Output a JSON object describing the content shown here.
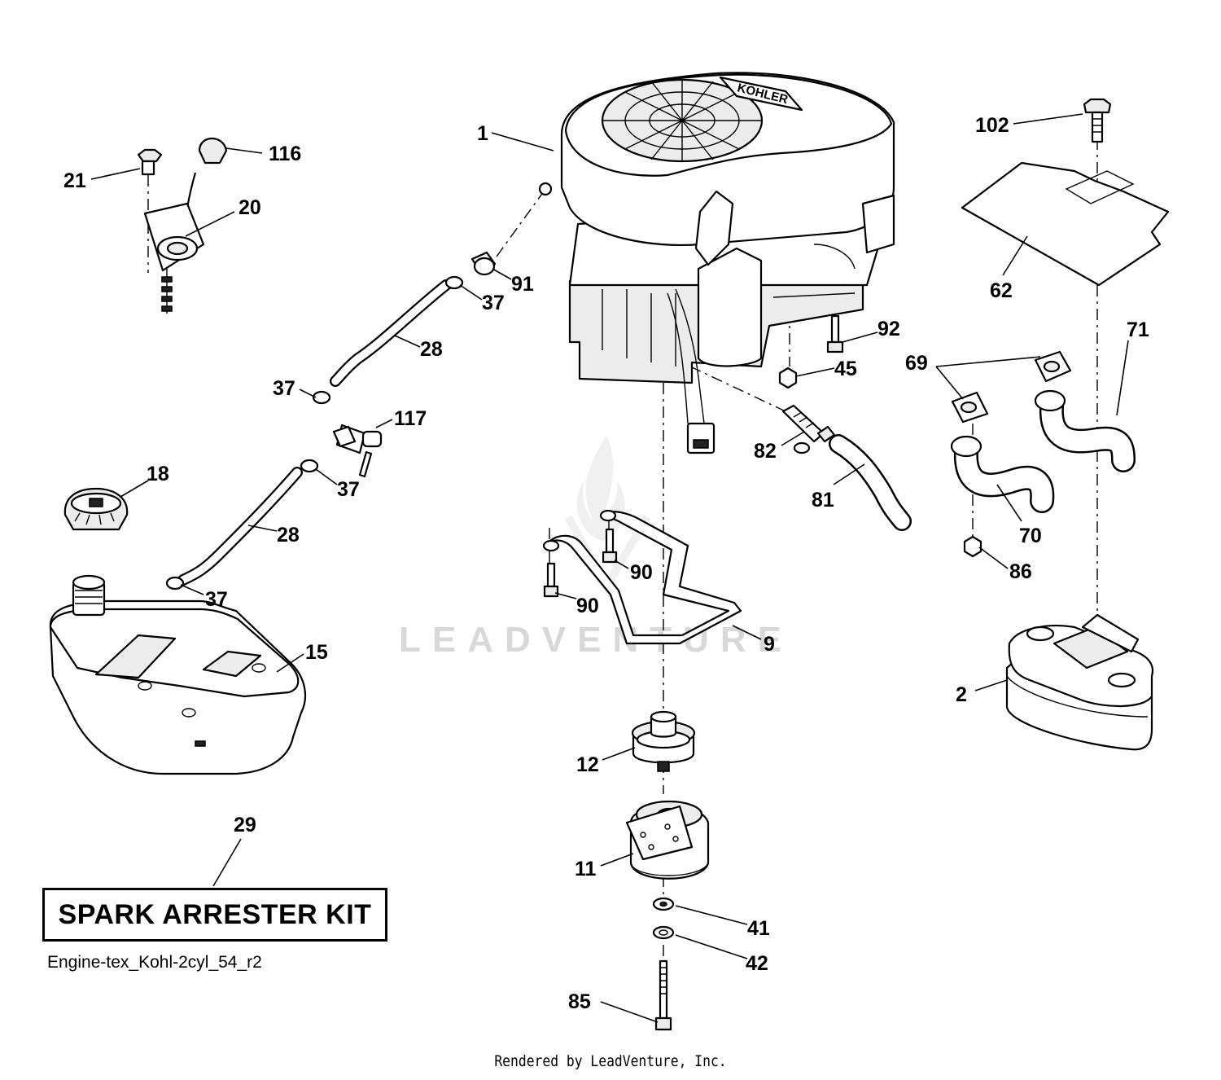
{
  "engine_brand": "KOHLER",
  "watermark": "LEADVENTURE",
  "kit_box_label": "SPARK ARRESTER KIT",
  "diagram_code": "Engine-tex_Kohl-2cyl_54_r2",
  "footer_credit": "Rendered by LeadVenture, Inc.",
  "callouts": {
    "c1": "1",
    "c2": "2",
    "c9": "9",
    "c11": "11",
    "c12": "12",
    "c15": "15",
    "c18": "18",
    "c20": "20",
    "c21": "21",
    "c28a": "28",
    "c28b": "28",
    "c29": "29",
    "c37a": "37",
    "c37b": "37",
    "c37c": "37",
    "c37d": "37",
    "c41": "41",
    "c42": "42",
    "c45": "45",
    "c62": "62",
    "c69": "69",
    "c70": "70",
    "c71": "71",
    "c81": "81",
    "c82": "82",
    "c85": "85",
    "c86": "86",
    "c90a": "90",
    "c90b": "90",
    "c91": "91",
    "c92": "92",
    "c102": "102",
    "c116": "116",
    "c117": "117"
  }
}
